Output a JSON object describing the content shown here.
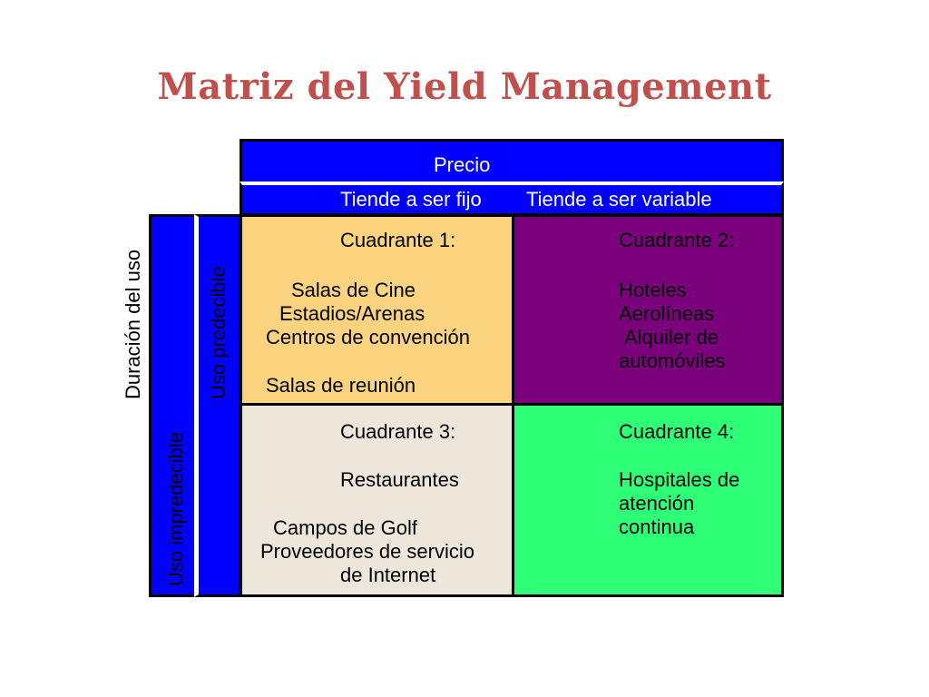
{
  "title": "Matriz del Yield Management",
  "header": {
    "price_label": "Precio",
    "fixed_label": "Tiende a ser fijo",
    "variable_label": "Tiende a ser variable"
  },
  "side": {
    "duration_label": "Duración del uso",
    "predictable_label": "Uso predecible",
    "unpredictable_label": "Uso impredecible"
  },
  "quadrants": [
    {
      "heading": "Cuadrante 1:",
      "lines": [
        "Salas de Cine",
        "Estadios/Arenas",
        "Centros de convención",
        "Salas de reunión"
      ]
    },
    {
      "heading": "Cuadrante 2:",
      "lines": [
        "Hoteles",
        "Aerolíneas",
        "Alquiler de",
        "automóviles"
      ]
    },
    {
      "heading": "Cuadrante 3:",
      "lines": [
        "Restaurantes",
        "Campos de Golf",
        "Proveedores de servicio",
        "de Internet"
      ]
    },
    {
      "heading": "Cuadrante 4:",
      "lines": [
        "Hospitales de",
        "atención",
        "continua"
      ]
    }
  ],
  "colors": {
    "title": "#c0504d",
    "header_blue": "#0000ff",
    "quadrant_1": "#fcd37f",
    "quadrant_2": "#7b007b",
    "quadrant_3": "#ede7db",
    "quadrant_4": "#2fff77"
  }
}
